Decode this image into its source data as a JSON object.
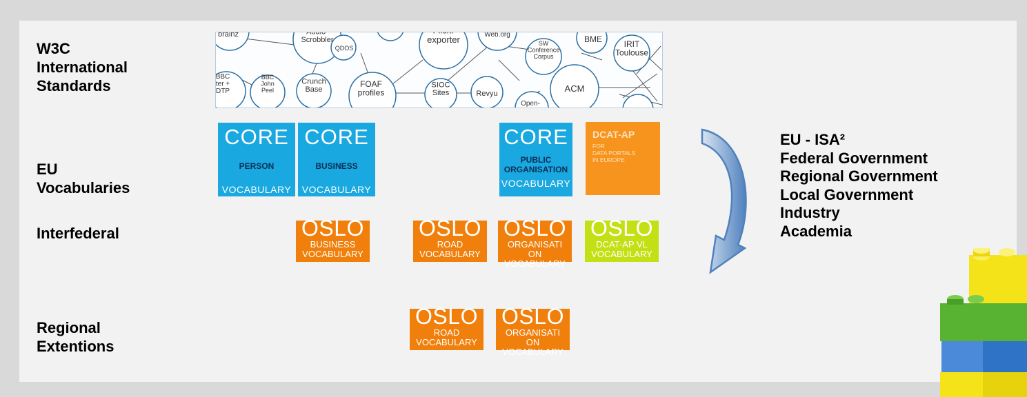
{
  "rows": {
    "w3c": "W3C\nInternational\nStandards",
    "eu": "EU\nVocabularies",
    "interfederal": "Interfederal",
    "regional": "Regional\nExtentions"
  },
  "network_nodes": [
    {
      "label": "brainz"
    },
    {
      "label": "Audio-\nScrobbler"
    },
    {
      "label": "QDOS"
    },
    {
      "label": "Flickr\nexporter"
    },
    {
      "label": "Web.org"
    },
    {
      "label": "SW\nConference\nCorpus"
    },
    {
      "label": "BME"
    },
    {
      "label": "IRIT\nToulouse"
    },
    {
      "label": "BBC\nter +\nDTP"
    },
    {
      "label": "BBC\nJohn\nPeel"
    },
    {
      "label": "Crunch\nBase"
    },
    {
      "label": "FOAF\nprofiles"
    },
    {
      "label": "SIOC\nSites"
    },
    {
      "label": "Revyu"
    },
    {
      "label": "ACM"
    },
    {
      "label": "Open-"
    }
  ],
  "core_tiles": [
    {
      "big": "CORE",
      "mid": "PERSON",
      "voc": "VOCABULARY"
    },
    {
      "big": "CORE",
      "mid": "BUSINESS",
      "voc": "VOCABULARY"
    },
    {
      "big": "CORE",
      "mid": "PUBLIC\nORGANISATION",
      "voc": "VOCABULARY"
    }
  ],
  "dcat_tile": {
    "title": "DCAT-AP",
    "subtitle": "FOR\nDATA PORTALS\nIN EUROPE"
  },
  "oslo_interfederal": [
    {
      "big": "OSLO",
      "sub": "BUSINESS\nVOCABULARY"
    },
    {
      "big": "OSLO",
      "sub": "ROAD\nVOCABULARY"
    },
    {
      "big": "OSLO",
      "sub": "ORGANISATI\nON\nVOCABULARY"
    },
    {
      "big": "OSLO",
      "sub": "DCAT-AP VL\nVOCABULARY"
    }
  ],
  "oslo_regional": [
    {
      "big": "OSLO",
      "sub": "ROAD\nVOCABULARY"
    },
    {
      "big": "OSLO",
      "sub": "ORGANISATI\nON\nVOCABULARY"
    }
  ],
  "stakeholders": [
    "EU - ISA²",
    "Federal Government",
    "Regional Government",
    "Local Government",
    "Industry",
    "Academia"
  ],
  "colors": {
    "core_blue": "#19a8e0",
    "oslo_orange": "#f07f0b",
    "dcat_orange": "#f7941d",
    "lime": "#c3e014",
    "arrow_blue": "#4f81bd"
  }
}
